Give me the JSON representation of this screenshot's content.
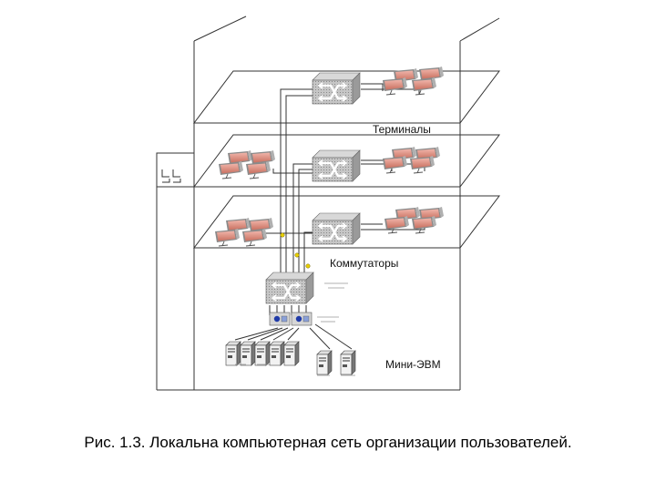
{
  "labels": {
    "terminals": "Терминалы",
    "switches": "Коммутаторы",
    "minicomputers": "Мини-ЭВМ"
  },
  "caption": "Рис. 1.3. Локальна компьютерная сеть организации пользователей.",
  "colors": {
    "terminal_screen": "#d98c80",
    "device_body": "#c8c8c8",
    "cable_yellow": "#e8d000",
    "line": "#333333"
  }
}
